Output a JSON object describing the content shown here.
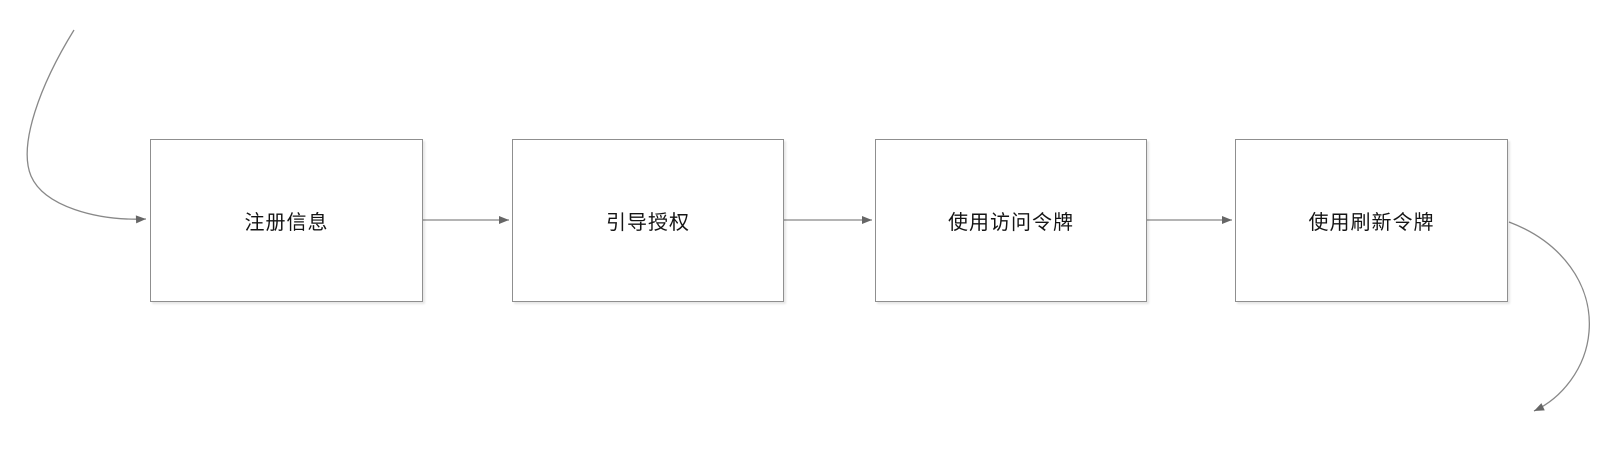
{
  "diagram": {
    "type": "flowchart",
    "background_color": "#ffffff",
    "nodes": [
      {
        "id": "register-info",
        "label": "注册信息",
        "shape": "rectangle"
      },
      {
        "id": "guide-auth",
        "label": "引导授权",
        "shape": "rectangle"
      },
      {
        "id": "use-access-token",
        "label": "使用访问令牌",
        "shape": "rectangle"
      },
      {
        "id": "use-refresh-token",
        "label": "使用刷新令牌",
        "shape": "rectangle"
      }
    ],
    "connectors": [
      {
        "from": "start",
        "to": "register-info",
        "style": "curved",
        "arrowhead": "filled-triangle"
      },
      {
        "from": "register-info",
        "to": "guide-auth",
        "style": "straight",
        "arrowhead": "filled-triangle"
      },
      {
        "from": "guide-auth",
        "to": "use-access-token",
        "style": "straight",
        "arrowhead": "filled-triangle"
      },
      {
        "from": "use-access-token",
        "to": "use-refresh-token",
        "style": "straight",
        "arrowhead": "filled-triangle"
      },
      {
        "from": "use-refresh-token",
        "to": "end",
        "style": "curved",
        "arrowhead": "filled-triangle"
      }
    ],
    "colors": {
      "node_fill": "#ffffff",
      "node_border": "#8f8f8f",
      "connector_line": "#888888",
      "arrowhead": "#666666",
      "label_text": "#141414"
    }
  }
}
